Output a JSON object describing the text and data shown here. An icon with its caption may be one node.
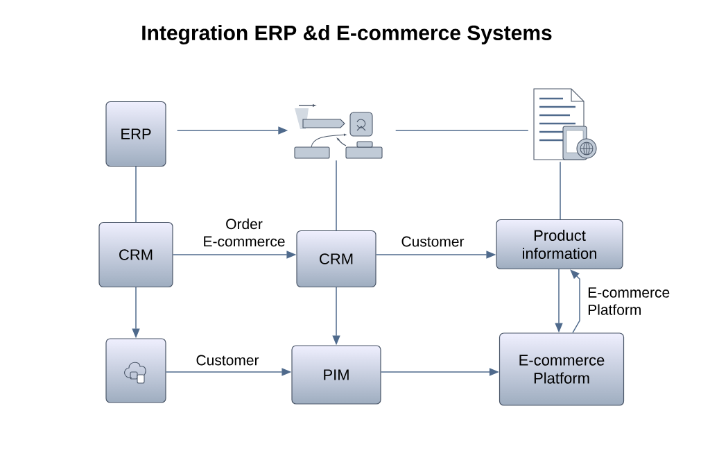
{
  "diagram": {
    "title": "Integration ERP &d E-commerce Systems",
    "nodes": [
      {
        "text": [
          "ERP"
        ]
      },
      {
        "text": [],
        "shape": "picture"
      },
      {
        "text": [],
        "shape": "picture"
      },
      {
        "text": [
          "CRM"
        ]
      },
      {
        "text": [
          "CRM"
        ]
      },
      {
        "text": [
          "Product information"
        ]
      },
      {
        "text": [],
        "shape": "box"
      },
      {
        "text": [
          "PIM"
        ]
      },
      {
        "text": [
          "E-commerce Platform"
        ]
      }
    ],
    "edges": [
      {
        "from": 0,
        "to": 1,
        "arrow": "to"
      },
      {
        "from": 1,
        "to": 2,
        "arrow": "none"
      },
      {
        "from": 0,
        "to": 3,
        "arrow": "none"
      },
      {
        "from": 1,
        "to": 4,
        "arrow": "none"
      },
      {
        "from": 2,
        "to": 5,
        "arrow": "none"
      },
      {
        "from": 3,
        "to": 4,
        "arrow": "to",
        "label": "Order E-commerce"
      },
      {
        "from": 4,
        "to": 5,
        "arrow": "to",
        "label": "Customer"
      },
      {
        "from": 3,
        "to": 6,
        "arrow": "to"
      },
      {
        "from": 4,
        "to": 7,
        "arrow": "to"
      },
      {
        "from": 6,
        "to": 7,
        "arrow": "to",
        "label": "Customer"
      },
      {
        "from": 7,
        "to": 8,
        "arrow": "to"
      },
      {
        "from": 5,
        "to": 8,
        "arrow": "to"
      },
      {
        "from": 8,
        "to": 5,
        "arrow": "to",
        "label": "E-commerce Platform"
      }
    ]
  }
}
